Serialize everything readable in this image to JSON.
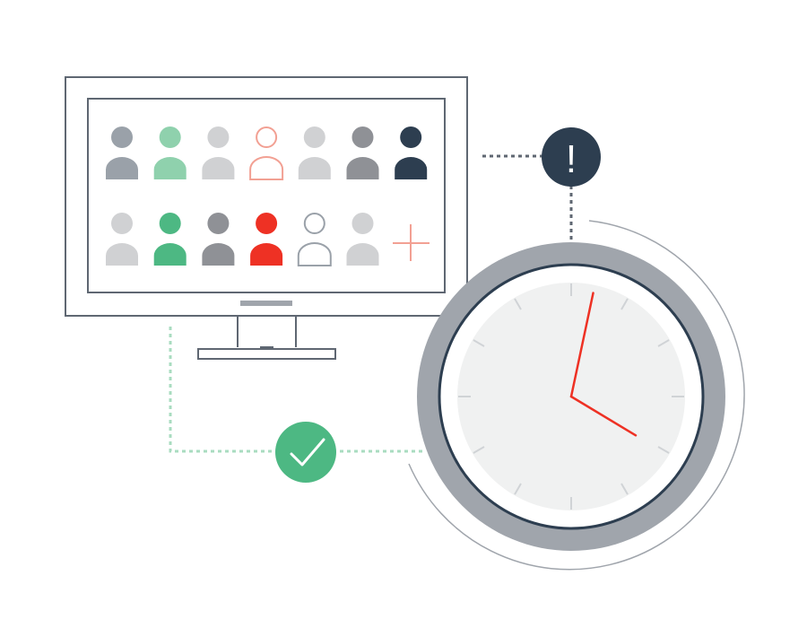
{
  "colors": {
    "background": "#ffffff",
    "monitor_stroke": "#5f6772",
    "gray_slate": "#9aa1a9",
    "gray_light": "#d0d1d3",
    "gray_mid": "#8f9196",
    "mint": "#8fd1ad",
    "green": "#4db883",
    "salmon": "#f2a093",
    "red": "#ee3124",
    "navy": "#2d3e50",
    "clock_face": "#f0f1f1",
    "clock_ring": "#a0a5ac",
    "tick": "#d0d3d6",
    "connector_gray": "#5f6772",
    "connector_green": "#a9dcc0"
  },
  "people_row_1": [
    {
      "variant": "filled",
      "color_key": "gray_slate"
    },
    {
      "variant": "filled",
      "color_key": "mint"
    },
    {
      "variant": "filled",
      "color_key": "gray_light"
    },
    {
      "variant": "outline",
      "color_key": "salmon"
    },
    {
      "variant": "filled",
      "color_key": "gray_light"
    },
    {
      "variant": "filled",
      "color_key": "gray_mid"
    },
    {
      "variant": "filled",
      "color_key": "navy"
    }
  ],
  "people_row_2": [
    {
      "variant": "filled",
      "color_key": "gray_light"
    },
    {
      "variant": "filled",
      "color_key": "green"
    },
    {
      "variant": "filled",
      "color_key": "gray_mid"
    },
    {
      "variant": "filled",
      "color_key": "red"
    },
    {
      "variant": "outline",
      "color_key": "gray_slate"
    },
    {
      "variant": "filled",
      "color_key": "gray_light"
    }
  ],
  "alert_badge": {
    "symbol": "!",
    "icon": "exclamation-icon"
  },
  "success_badge": {
    "icon": "checkmark-icon"
  },
  "add_icon": "plus-icon",
  "clock": {
    "hours": 4,
    "minutes": 2,
    "tick_count": 12
  }
}
